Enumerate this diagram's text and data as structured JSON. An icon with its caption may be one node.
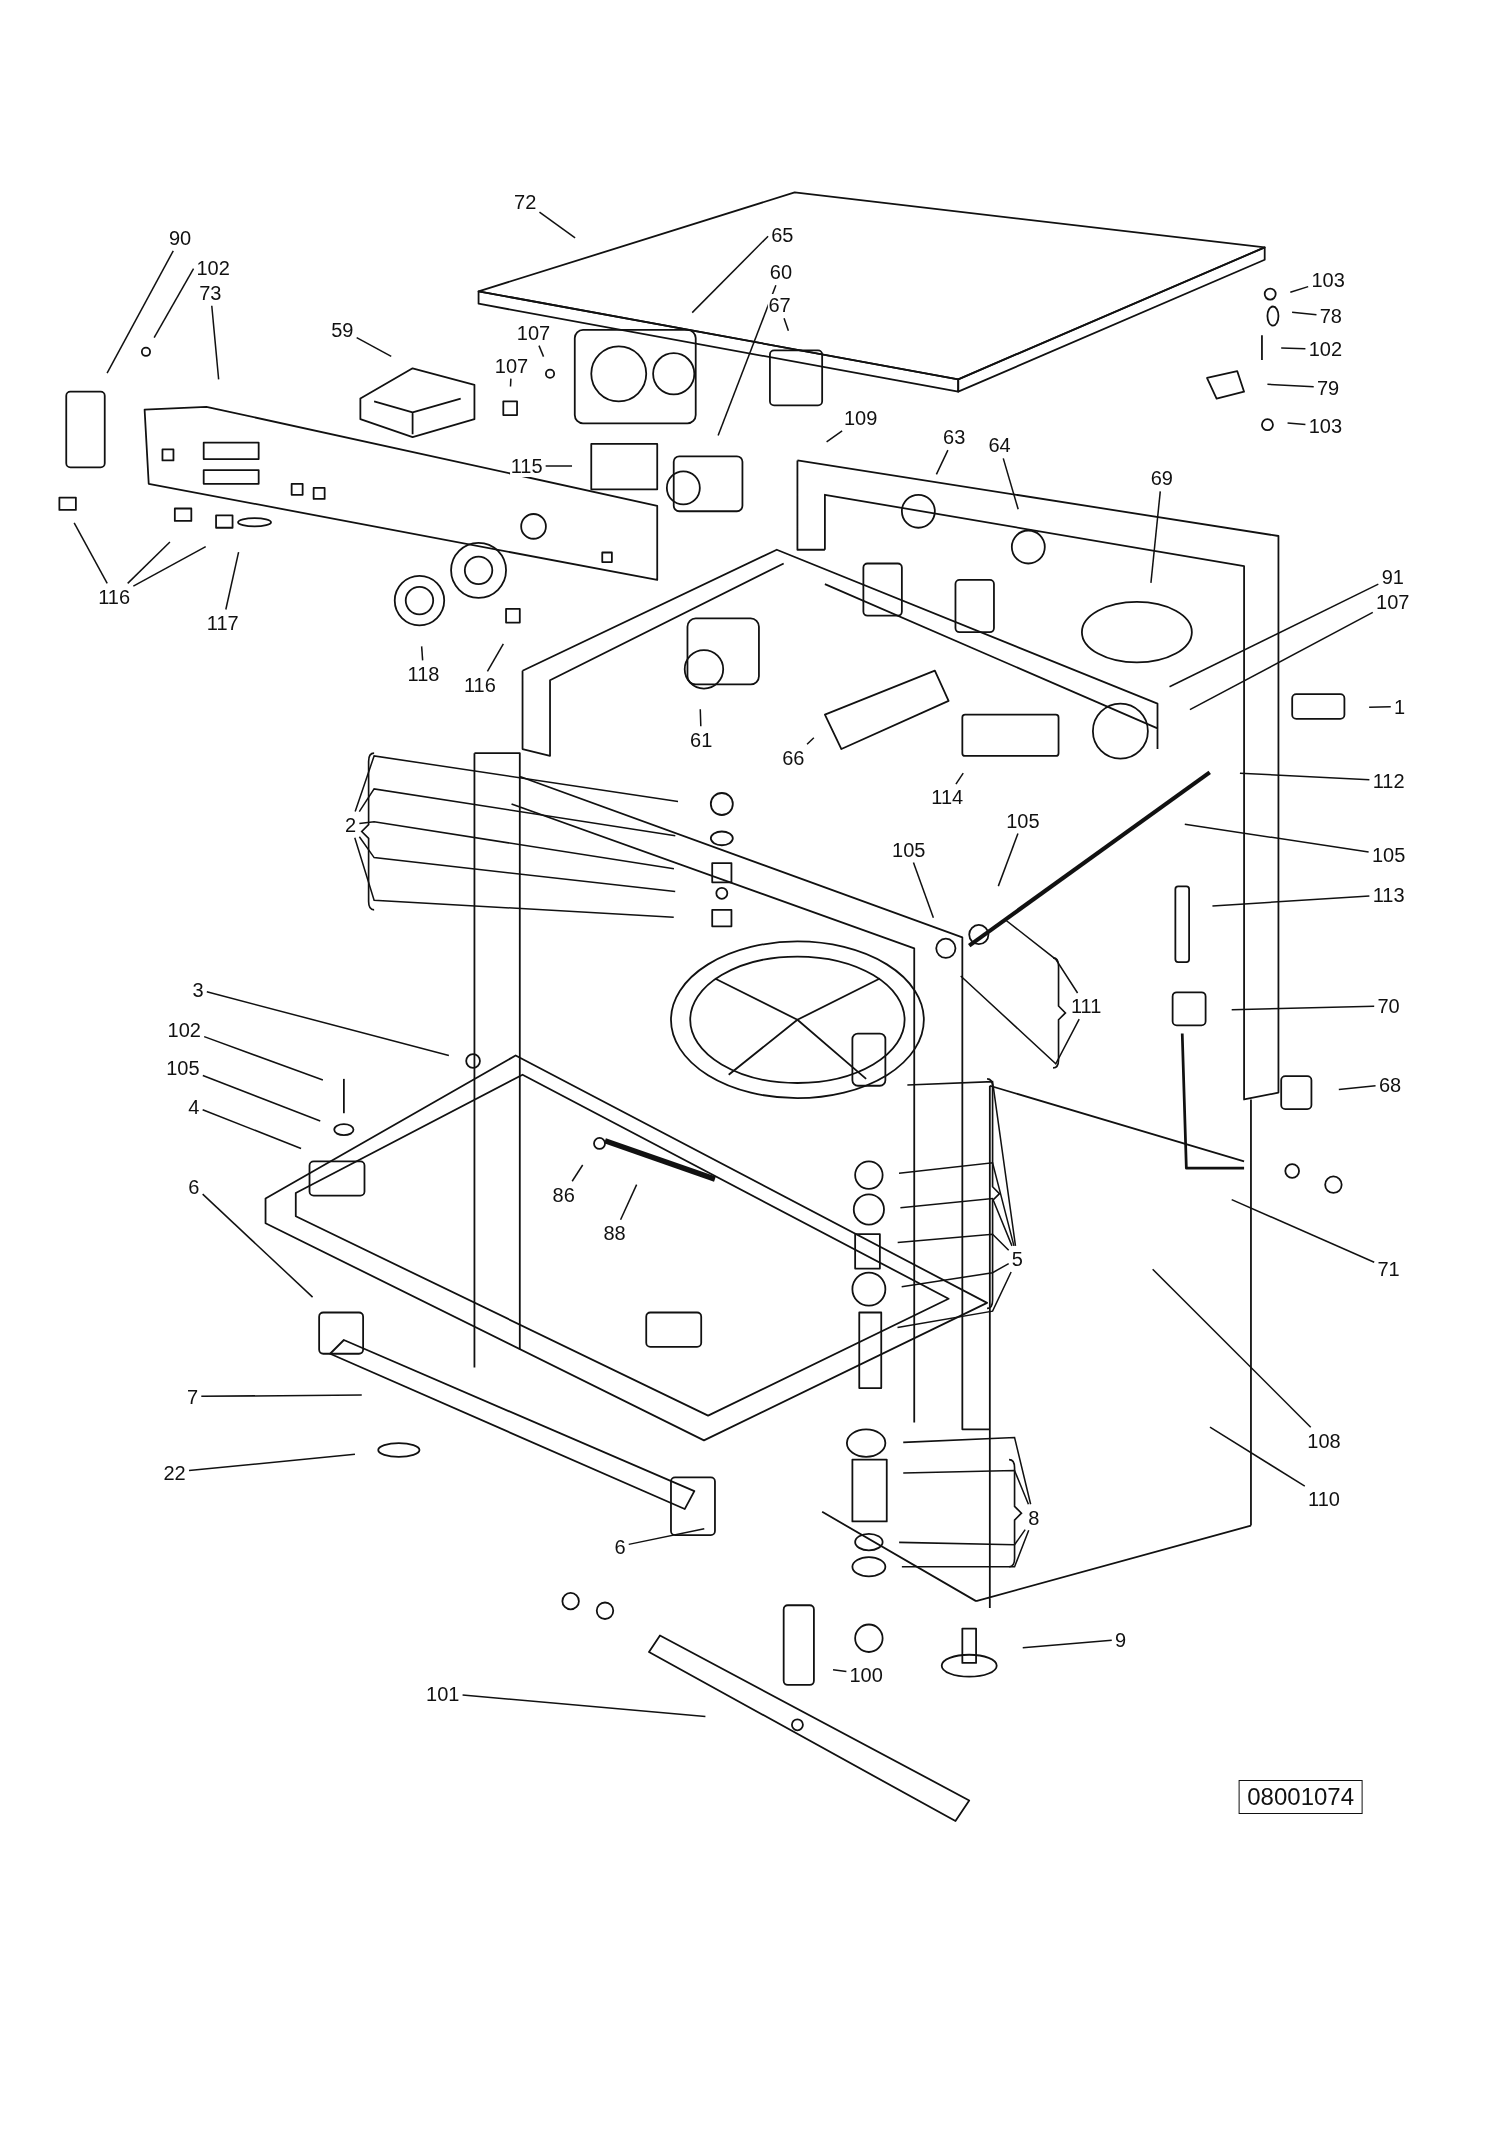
{
  "diagram": {
    "nodes": [
      {
        "text": [
          "72"
        ]
      },
      {
        "text": [
          "65"
        ]
      },
      {
        "text": [
          "90"
        ]
      },
      {
        "text": [
          "102"
        ]
      },
      {
        "text": [
          "60"
        ]
      },
      {
        "text": [
          "103"
        ]
      },
      {
        "text": [
          "73"
        ]
      },
      {
        "text": [
          "67"
        ]
      },
      {
        "text": [
          "78"
        ]
      },
      {
        "text": [
          "59"
        ]
      },
      {
        "text": [
          "107"
        ]
      },
      {
        "text": [
          "102"
        ]
      },
      {
        "text": [
          "107"
        ]
      },
      {
        "text": [
          "79"
        ]
      },
      {
        "text": [
          "109"
        ]
      },
      {
        "text": [
          "103"
        ]
      },
      {
        "text": [
          "63"
        ]
      },
      {
        "text": [
          "64"
        ]
      },
      {
        "text": [
          "115"
        ]
      },
      {
        "text": [
          "69"
        ]
      },
      {
        "text": [
          "91"
        ]
      },
      {
        "text": [
          "116"
        ]
      },
      {
        "text": [
          "107"
        ]
      },
      {
        "text": [
          "117"
        ]
      },
      {
        "text": [
          "118"
        ]
      },
      {
        "text": [
          "116"
        ]
      },
      {
        "text": [
          "1"
        ]
      },
      {
        "text": [
          "61"
        ]
      },
      {
        "text": [
          "66"
        ]
      },
      {
        "text": [
          "112"
        ]
      },
      {
        "text": [
          "114"
        ]
      },
      {
        "text": [
          "105"
        ]
      },
      {
        "text": [
          "2"
        ]
      },
      {
        "text": [
          "105"
        ]
      },
      {
        "text": [
          "105"
        ]
      },
      {
        "text": [
          "113"
        ]
      },
      {
        "text": [
          "3"
        ]
      },
      {
        "text": [
          "111"
        ]
      },
      {
        "text": [
          "70"
        ]
      },
      {
        "text": [
          "102"
        ]
      },
      {
        "text": [
          "105"
        ]
      },
      {
        "text": [
          "68"
        ]
      },
      {
        "text": [
          "4"
        ]
      },
      {
        "text": [
          "6"
        ]
      },
      {
        "text": [
          "86"
        ]
      },
      {
        "text": [
          "88"
        ]
      },
      {
        "text": [
          "5"
        ]
      },
      {
        "text": [
          "71"
        ]
      },
      {
        "text": [
          "7"
        ]
      },
      {
        "text": [
          "108"
        ]
      },
      {
        "text": [
          "22"
        ]
      },
      {
        "text": [
          "110"
        ]
      },
      {
        "text": [
          "8"
        ]
      },
      {
        "text": [
          "6"
        ]
      },
      {
        "text": [
          "9"
        ]
      },
      {
        "text": [
          "100"
        ]
      },
      {
        "text": [
          "101"
        ]
      },
      {
        "text": [
          "08001074"
        ]
      }
    ],
    "edges": [
      {
        "from": 0,
        "to": null,
        "arrow": "none"
      },
      {
        "from": 1,
        "to": null,
        "arrow": "none"
      },
      {
        "from": 2,
        "to": null,
        "arrow": "none"
      },
      {
        "from": 3,
        "to": null,
        "arrow": "none"
      },
      {
        "from": 4,
        "to": null,
        "arrow": "none"
      },
      {
        "from": 5,
        "to": null,
        "arrow": "none"
      },
      {
        "from": 6,
        "to": null,
        "arrow": "none"
      },
      {
        "from": 7,
        "to": null,
        "arrow": "none"
      },
      {
        "from": 8,
        "to": null,
        "arrow": "none"
      },
      {
        "from": 9,
        "to": null,
        "arrow": "none"
      },
      {
        "from": 10,
        "to": null,
        "arrow": "none"
      },
      {
        "from": 11,
        "to": null,
        "arrow": "none"
      },
      {
        "from": 12,
        "to": null,
        "arrow": "none"
      },
      {
        "from": 13,
        "to": null,
        "arrow": "none"
      },
      {
        "from": 14,
        "to": null,
        "arrow": "none"
      },
      {
        "from": 15,
        "to": null,
        "arrow": "none"
      },
      {
        "from": 16,
        "to": null,
        "arrow": "none"
      },
      {
        "from": 17,
        "to": null,
        "arrow": "none"
      },
      {
        "from": 18,
        "to": null,
        "arrow": "none"
      },
      {
        "from": 19,
        "to": null,
        "arrow": "none"
      },
      {
        "from": 20,
        "to": null,
        "arrow": "none"
      },
      {
        "from": 21,
        "to": null,
        "arrow": "none"
      },
      {
        "from": 21,
        "to": null,
        "arrow": "none"
      },
      {
        "from": 21,
        "to": null,
        "arrow": "none"
      },
      {
        "from": 22,
        "to": null,
        "arrow": "none"
      },
      {
        "from": 23,
        "to": null,
        "arrow": "none"
      },
      {
        "from": 24,
        "to": null,
        "arrow": "none"
      },
      {
        "from": 25,
        "to": null,
        "arrow": "none"
      },
      {
        "from": 26,
        "to": null,
        "arrow": "none"
      },
      {
        "from": 27,
        "to": null,
        "arrow": "none"
      },
      {
        "from": 28,
        "to": null,
        "arrow": "none"
      },
      {
        "from": 29,
        "to": null,
        "arrow": "none"
      },
      {
        "from": 30,
        "to": null,
        "arrow": "none"
      },
      {
        "from": 31,
        "to": null,
        "arrow": "none"
      },
      {
        "from": 32,
        "to": null,
        "arrow": "none"
      },
      {
        "from": 32,
        "to": null,
        "arrow": "none"
      },
      {
        "from": 32,
        "to": null,
        "arrow": "none"
      },
      {
        "from": 32,
        "to": null,
        "arrow": "none"
      },
      {
        "from": 32,
        "to": null,
        "arrow": "none"
      },
      {
        "from": 33,
        "to": null,
        "arrow": "none"
      },
      {
        "from": 34,
        "to": null,
        "arrow": "none"
      },
      {
        "from": 35,
        "to": null,
        "arrow": "none"
      },
      {
        "from": 36,
        "to": null,
        "arrow": "none"
      },
      {
        "from": 37,
        "to": null,
        "arrow": "none"
      },
      {
        "from": 37,
        "to": null,
        "arrow": "none"
      },
      {
        "from": 38,
        "to": null,
        "arrow": "none"
      },
      {
        "from": 39,
        "to": null,
        "arrow": "none"
      },
      {
        "from": 40,
        "to": null,
        "arrow": "none"
      },
      {
        "from": 41,
        "to": null,
        "arrow": "none"
      },
      {
        "from": 42,
        "to": null,
        "arrow": "none"
      },
      {
        "from": 43,
        "to": null,
        "arrow": "none"
      },
      {
        "from": 44,
        "to": null,
        "arrow": "none"
      },
      {
        "from": 45,
        "to": null,
        "arrow": "none"
      },
      {
        "from": 46,
        "to": null,
        "arrow": "none"
      },
      {
        "from": 46,
        "to": null,
        "arrow": "none"
      },
      {
        "from": 46,
        "to": null,
        "arrow": "none"
      },
      {
        "from": 46,
        "to": null,
        "arrow": "none"
      },
      {
        "from": 46,
        "to": null,
        "arrow": "none"
      },
      {
        "from": 46,
        "to": null,
        "arrow": "none"
      },
      {
        "from": 47,
        "to": null,
        "arrow": "none"
      },
      {
        "from": 48,
        "to": null,
        "arrow": "none"
      },
      {
        "from": 49,
        "to": null,
        "arrow": "none"
      },
      {
        "from": 50,
        "to": null,
        "arrow": "none"
      },
      {
        "from": 51,
        "to": null,
        "arrow": "none"
      },
      {
        "from": 52,
        "to": null,
        "arrow": "none"
      },
      {
        "from": 52,
        "to": null,
        "arrow": "none"
      },
      {
        "from": 52,
        "to": null,
        "arrow": "none"
      },
      {
        "from": 52,
        "to": null,
        "arrow": "none"
      },
      {
        "from": 53,
        "to": null,
        "arrow": "none"
      },
      {
        "from": 54,
        "to": null,
        "arrow": "none"
      },
      {
        "from": 55,
        "to": null,
        "arrow": "none"
      },
      {
        "from": 56,
        "to": null,
        "arrow": "none"
      }
    ]
  }
}
